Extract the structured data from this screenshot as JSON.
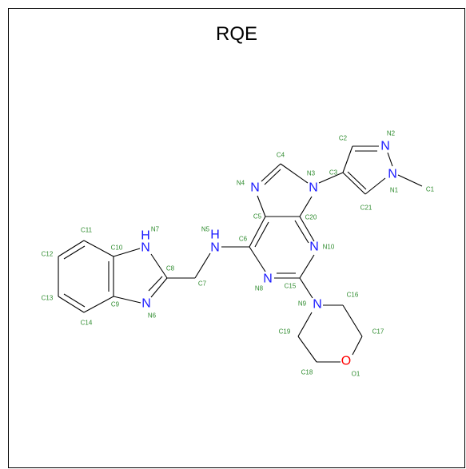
{
  "title": "RQE",
  "colors": {
    "nitrogen": "#1a1aff",
    "oxygen": "#ff0000",
    "carbon": "#000000",
    "number_labels": "#2e8b2e",
    "border": "#000000"
  },
  "atom_symbols": {
    "N1": "N",
    "N2": "N",
    "N3": "N",
    "N4": "N",
    "N5": "N",
    "N5_H": "H",
    "N7": "N",
    "N7_H": "H",
    "N6": "N",
    "N8": "N",
    "N9": "N",
    "N10": "N",
    "O1": "O"
  },
  "number_labels": {
    "C1": "C1",
    "N1": "N1",
    "N2": "N2",
    "C2": "C2",
    "C3": "C3",
    "C21": "C21",
    "N3": "N3",
    "C4": "C4",
    "N4": "N4",
    "C5": "C5",
    "C20": "C20",
    "N10": "N10",
    "C6": "C6",
    "N8": "N8",
    "C15": "C15",
    "N9": "N9",
    "C16": "C16",
    "C17": "C17",
    "O1": "O1",
    "C18": "C18",
    "C19": "C19",
    "N5": "N5",
    "C7": "C7",
    "C8": "C8",
    "N7": "N7",
    "N6": "N6",
    "C10": "C10",
    "C9": "C9",
    "C11": "C11",
    "C12": "C12",
    "C13": "C13",
    "C14": "C14"
  }
}
